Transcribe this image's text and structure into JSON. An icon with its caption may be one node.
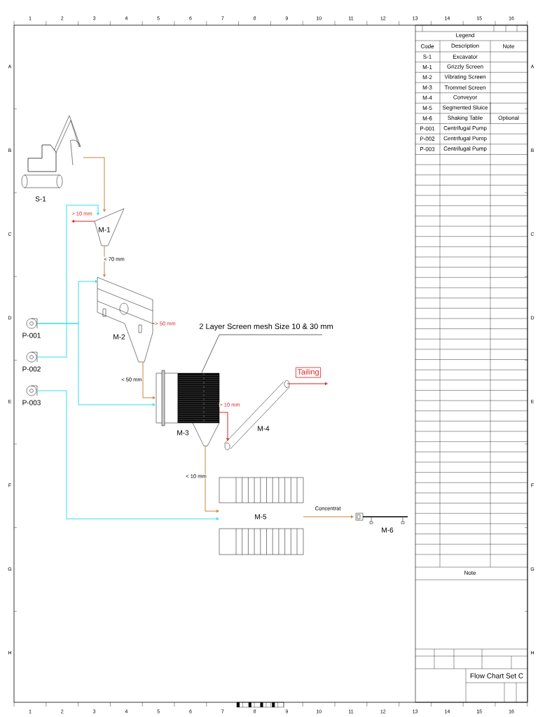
{
  "diagram": {
    "nodes": [
      {
        "text": [
          "S-1"
        ]
      },
      {
        "text": [
          "M-1"
        ]
      },
      {
        "text": [
          "M-2"
        ]
      },
      {
        "text": [
          "M-3"
        ]
      },
      {
        "text": [
          "M-4"
        ]
      },
      {
        "text": [
          "M-5"
        ]
      },
      {
        "text": [
          "M-6"
        ]
      },
      {
        "text": [
          "P-001"
        ]
      },
      {
        "text": [
          "P-002"
        ]
      },
      {
        "text": [
          "P-003"
        ]
      },
      {
        "text": [
          "2 Layer Screen mesh Size 10 & 30 mm"
        ]
      }
    ],
    "edges": [
      {
        "from": 0,
        "to": 1,
        "arrow": "to",
        "color": "#c8843c"
      },
      {
        "from": 1,
        "to": null,
        "arrow": "to",
        "label": "> 10 mm",
        "color": "#e02020"
      },
      {
        "from": 1,
        "to": 2,
        "arrow": "to",
        "label": "< 70 mm",
        "color": "#c8843c"
      },
      {
        "from": 2,
        "to": null,
        "arrow": "to",
        "label": "> 50 mm",
        "color": "#e02020"
      },
      {
        "from": 2,
        "to": 3,
        "arrow": "to",
        "label": "< 50 mm",
        "color": "#c8843c"
      },
      {
        "from": 3,
        "to": 4,
        "arrow": "to",
        "label": "> 10 mm",
        "color": "#e02020"
      },
      {
        "from": 4,
        "to": null,
        "arrow": "to",
        "label": "Tailing",
        "color": "#e02020"
      },
      {
        "from": 3,
        "to": 5,
        "arrow": "to",
        "label": "< 10 mm",
        "color": "#c8843c"
      },
      {
        "from": 5,
        "to": 6,
        "arrow": "to",
        "label": "Concentrat",
        "color": "#c8843c"
      },
      {
        "from": 7,
        "to": 2,
        "arrow": "to",
        "color": "#33e0f0"
      },
      {
        "from": 7,
        "to": 3,
        "arrow": "to",
        "color": "#33e0f0"
      },
      {
        "from": 8,
        "to": 1,
        "arrow": "to",
        "color": "#33e0f0"
      },
      {
        "from": 9,
        "to": 5,
        "arrow": "to",
        "color": "#33e0f0"
      },
      {
        "from": 10,
        "to": 3,
        "arrow": "none",
        "color": "#000000"
      }
    ],
    "labels": [
      "1",
      "2",
      "3",
      "4",
      "5",
      "6",
      "7",
      "8",
      "9",
      "10",
      "11",
      "12",
      "13",
      "14",
      "15",
      "16",
      "Legend",
      "Code",
      "Description",
      "Note",
      "S-1",
      "Excavator",
      "M-1",
      "Grizzly Screen",
      "M-2",
      "Vibrating Screen",
      "M-3",
      "Trommel Screen",
      "M-4",
      "Conveyor",
      "M-5",
      "Segmented Sluice",
      "M-6",
      "Shaking Table",
      "Optional",
      "P-001",
      "Centrifugal Pump",
      "P-002",
      "Centrifugal Pump",
      "P-003",
      "Centrifugal Pump",
      "Note",
      "Flow Chart Set C",
      "A",
      "B",
      "C",
      "D",
      "E",
      "F",
      "G",
      "H",
      "A",
      "B",
      "C",
      "D",
      "E",
      "F",
      "G",
      "H",
      "1",
      "2",
      "3",
      "4",
      "5",
      "6",
      "7",
      "8",
      "9",
      "10",
      "11",
      "12",
      "13",
      "14",
      "15",
      "16"
    ]
  }
}
